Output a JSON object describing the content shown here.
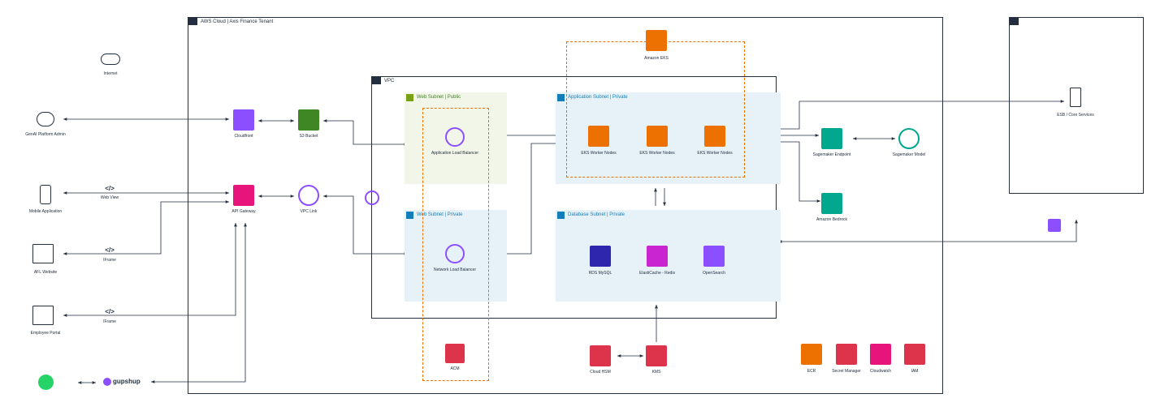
{
  "groups": {
    "aws_cloud": "AWS Cloud | Axis Finance Tenant",
    "vpc": "VPC",
    "web_public": "Web Subnet | Public",
    "web_private": "Web Subnet | Private",
    "app_private": "Application Subnet | Private",
    "db_private": "Database Subnet | Private"
  },
  "external": {
    "internet": "Internet",
    "genai_admin": "GenAI Platform Admin",
    "mobile_app": "Mobile Application",
    "afl_website": "AFL Website",
    "employee_portal": "Employee Portal",
    "gupshup": "gupshup",
    "web_view_label": "Web View",
    "iframe_label_1": "IFrame",
    "iframe_label_2": "IFrame",
    "code_glyph": "</>"
  },
  "services": {
    "cloudfront": "Cloudfront",
    "s3": "S3 Bucket",
    "api_gateway": "API Gateway",
    "vpc_link": "VPC Link",
    "alb": "Application  Load Balancer",
    "nlb": "Network Load Balancer",
    "eks": "Amazon EKS",
    "eks_node_1": "EKS Worker Nodes",
    "eks_node_2": "EKS Worker Nodes",
    "eks_node_3": "EKS Worker Nodes",
    "rds": "RDS MySQL",
    "elasticache": "ElastiCache - Redis",
    "opensearch": "OpenSearch",
    "sagemaker_endpoint": "Sagemaker Endpoint",
    "sagemaker_model": "Sagemaker Model",
    "bedrock": "Amazon Bedrock",
    "esb": "ESB / Core Services",
    "acm": "ACM",
    "cloud_hsm": "Cloud HSM",
    "kms": "KMS",
    "ecr": "ECR",
    "secret_manager": "Secret Manager",
    "cloudwatch": "Cloudwatch",
    "iam": "IAM"
  },
  "colors": {
    "networking": "#8c4fff",
    "storage": "#3f8624",
    "compute": "#ed7100",
    "database": "#2e27ad",
    "ml": "#01a88d",
    "security": "#dd344c",
    "management": "#e7157b",
    "public_subnet": "#f2f6e8",
    "private_subnet": "#e6f2f8"
  }
}
